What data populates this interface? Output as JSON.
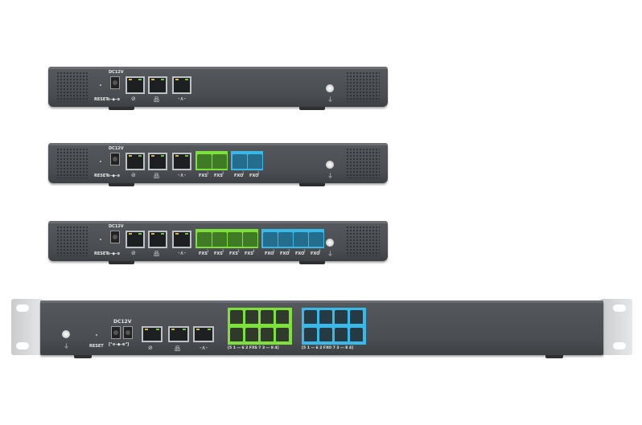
{
  "labels": {
    "reset": "RESET",
    "dc": "DC12V",
    "fxs": "FXS",
    "fxo": "FXO",
    "dc_polarity": "⊖-◆-⊕",
    "dc_rack": "[¹⊖-◆-⊕²]",
    "superscripts": [
      "1",
      "2",
      "3",
      "4"
    ],
    "rack_fxs_numbers": "[5 1 — 6 2 FXS 7 3 — 8 4]",
    "rack_fxo_numbers": "[5 1 — 6 2 FXO 7 3 — 8 4]"
  },
  "icons": {
    "wan": "globe-icon",
    "lan": "network-icon",
    "heartbeat": "heartbeat-icon",
    "ground": "ground-icon"
  },
  "devices": [
    {
      "name": "gateway-no-analog",
      "fxs_ports": 0,
      "fxo_ports": 0
    },
    {
      "name": "gateway-2fxs-2fxo",
      "fxs_ports": 2,
      "fxo_ports": 2
    },
    {
      "name": "gateway-4fxs-4fxo",
      "fxs_ports": 4,
      "fxo_ports": 4
    },
    {
      "name": "rack-8fxs-8fxo",
      "fxs_ports": 8,
      "fxo_ports": 8
    }
  ],
  "colors": {
    "fxs": "#7ee03a",
    "fxo": "#3ab8e8",
    "chassis": "#4d5054"
  }
}
